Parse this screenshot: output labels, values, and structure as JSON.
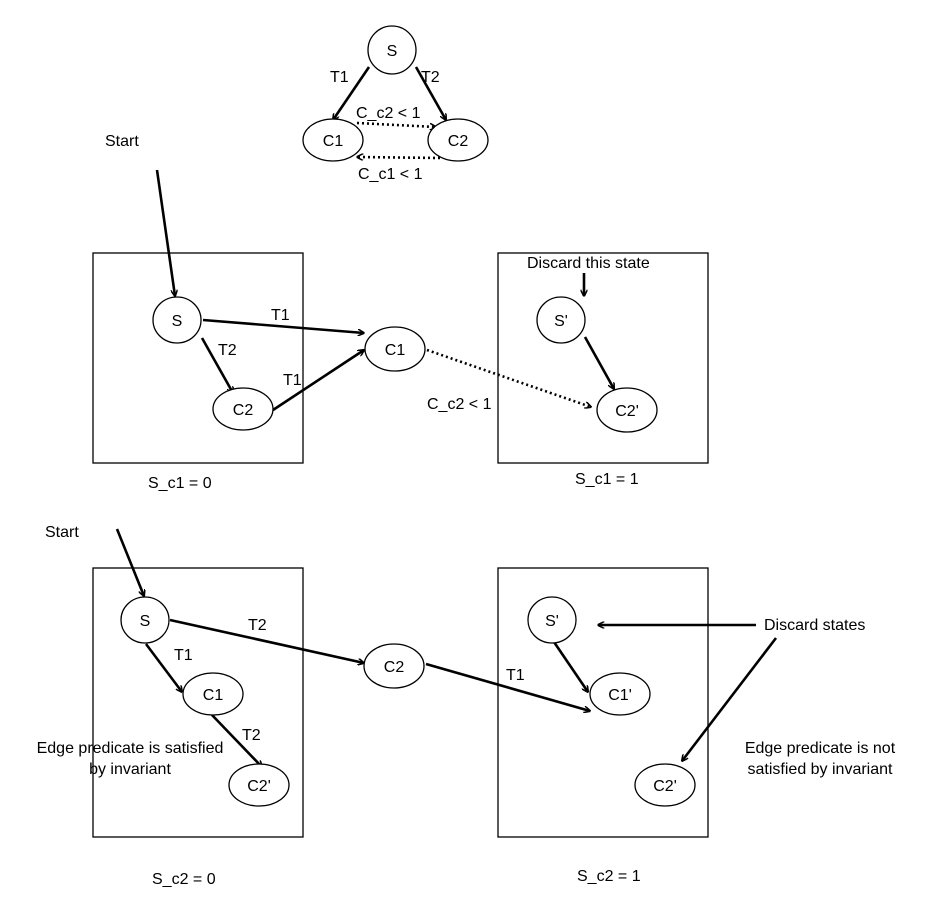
{
  "top_graph": {
    "node_s": "S",
    "node_c1": "C1",
    "node_c2": "C2",
    "edge_t1": "T1",
    "edge_t2": "T2",
    "pred_c2": "C_c2 < 1",
    "pred_c1": "C_c1 < 1"
  },
  "middle": {
    "start": "Start",
    "left_box": {
      "node_s": "S",
      "node_c2": "C2",
      "caption": "S_c1 = 0"
    },
    "node_c1": "C1",
    "edge_t1_top": "T1",
    "edge_t2": "T2",
    "edge_t1_bottom": "T1",
    "pred": "C_c2 < 1",
    "right_box": {
      "discard": "Discard this state",
      "node_s": "S'",
      "node_c2": "C2'",
      "caption": "S_c1 = 1"
    }
  },
  "bottom": {
    "start": "Start",
    "left_box": {
      "node_s": "S",
      "node_c1": "C1",
      "node_c2": "C2'",
      "edge_t1": "T1",
      "edge_t2": "T2",
      "note_line1": "Edge predicate is satisfied",
      "note_line2": "by invariant",
      "caption": "S_c2 = 0"
    },
    "edge_t2_top": "T2",
    "node_c2": "C2",
    "edge_t1": "T1",
    "right_box": {
      "node_s": "S'",
      "node_c1": "C1'",
      "node_c2": "C2'",
      "caption": "S_c2 = 1"
    },
    "discard": "Discard states",
    "note_line1": "Edge predicate is not",
    "note_line2": "satisfied by invariant"
  }
}
